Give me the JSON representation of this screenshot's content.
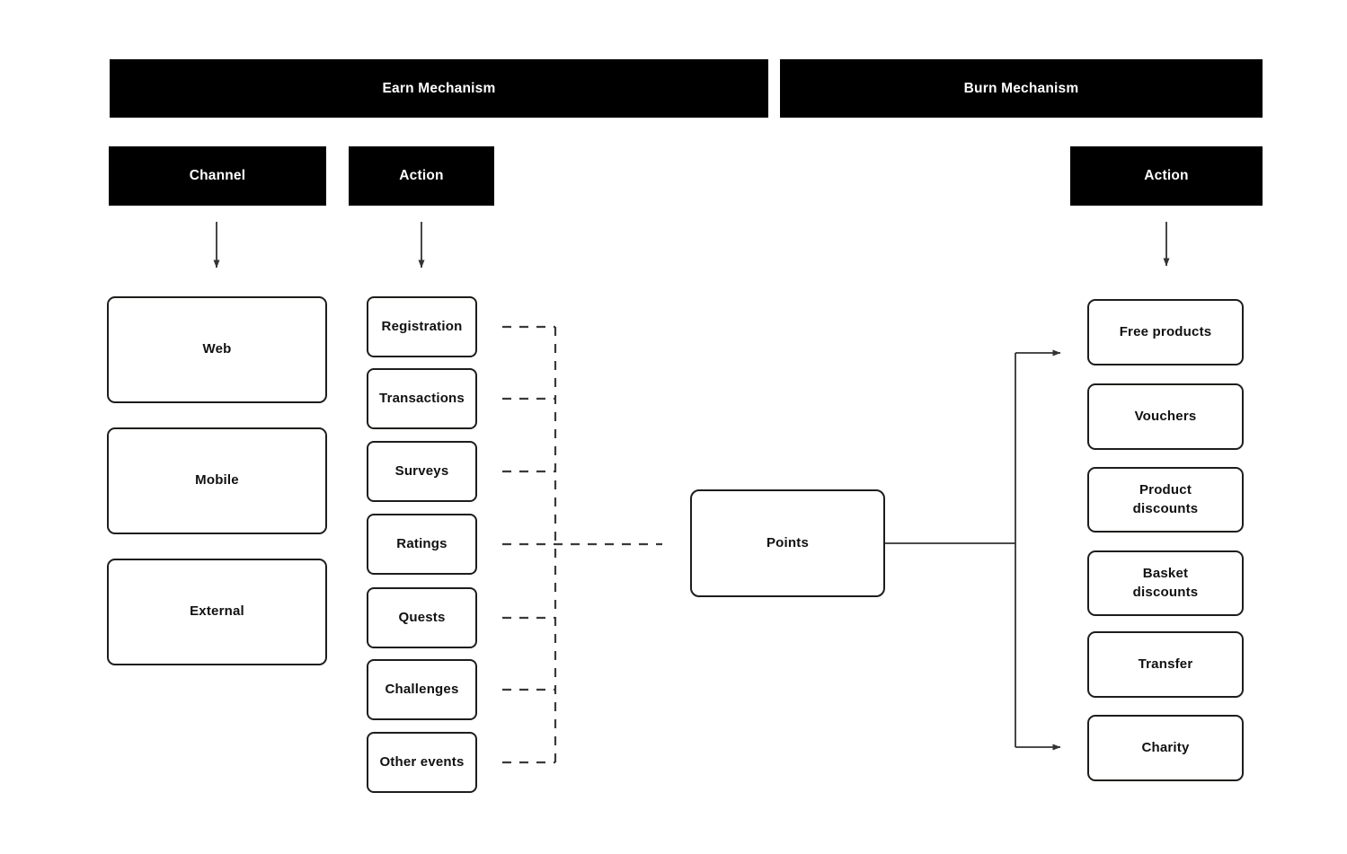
{
  "headers": {
    "earn": "Earn Mechanism",
    "burn": "Burn Mechanism",
    "channel": "Channel",
    "earn_action": "Action",
    "burn_action": "Action"
  },
  "channels": [
    {
      "label": "Web"
    },
    {
      "label": "Mobile"
    },
    {
      "label": "External"
    }
  ],
  "earn_actions": [
    {
      "label": "Registration"
    },
    {
      "label": "Transactions"
    },
    {
      "label": "Surveys"
    },
    {
      "label": "Ratings"
    },
    {
      "label": "Quests"
    },
    {
      "label": "Challenges"
    },
    {
      "label": "Other events"
    }
  ],
  "points": {
    "label": "Points"
  },
  "burn_actions": [
    {
      "label": "Free products"
    },
    {
      "label": "Vouchers"
    },
    {
      "label": "Product\ndiscounts"
    },
    {
      "label": "Basket\ndiscounts"
    },
    {
      "label": "Transfer"
    },
    {
      "label": "Charity"
    }
  ],
  "colors": {
    "background": "#ffffff",
    "banner_bg": "#000000",
    "banner_text": "#ffffff",
    "node_border": "#1d1d1b",
    "node_text": "#111111",
    "connector": "#333333"
  }
}
